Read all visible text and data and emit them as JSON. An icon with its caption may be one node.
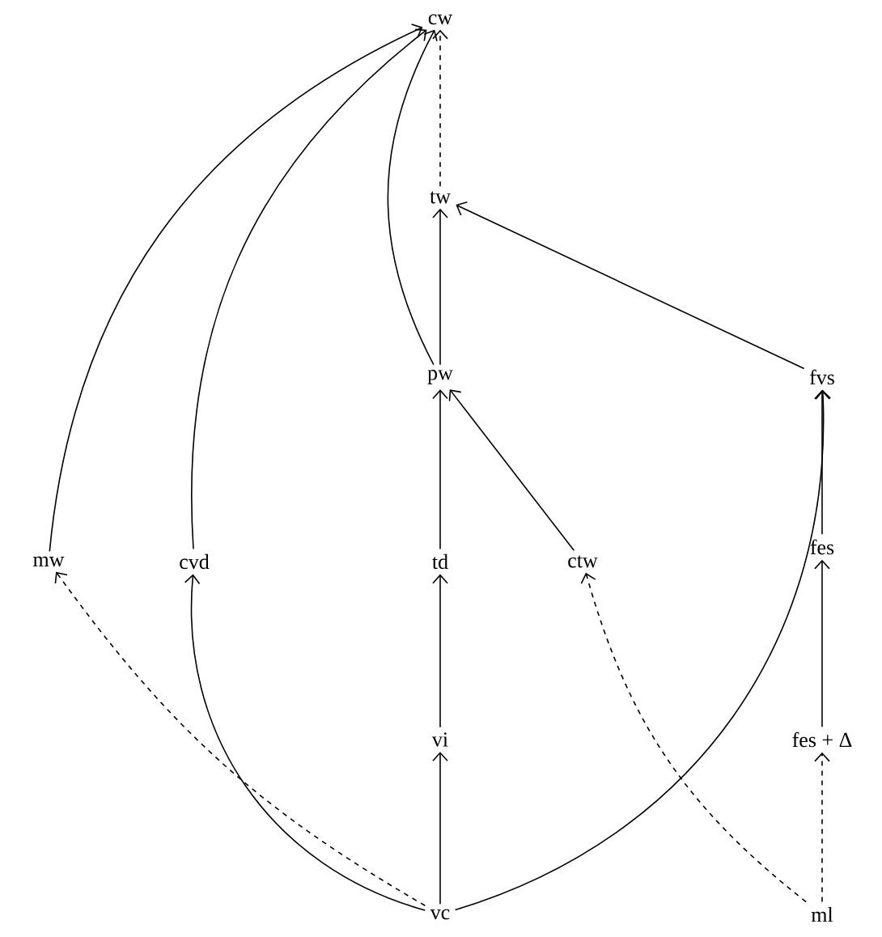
{
  "diagram": {
    "nodes": [
      {
        "text": [
          "cw"
        ]
      },
      {
        "text": [
          "tw"
        ]
      },
      {
        "text": [
          "pw"
        ]
      },
      {
        "text": [
          "fvs"
        ]
      },
      {
        "text": [
          "mw"
        ]
      },
      {
        "text": [
          "cvd"
        ]
      },
      {
        "text": [
          "td"
        ]
      },
      {
        "text": [
          "ctw"
        ]
      },
      {
        "text": [
          "fes"
        ]
      },
      {
        "text": [
          "vi"
        ]
      },
      {
        "text": [
          "fes + Δ"
        ]
      },
      {
        "text": [
          "vc"
        ]
      },
      {
        "text": [
          "ml"
        ]
      }
    ],
    "edges": [
      {
        "from": 1,
        "to": 0,
        "arrow": "to",
        "style": "dashed"
      },
      {
        "from": 2,
        "to": 1,
        "arrow": "to"
      },
      {
        "from": 2,
        "to": 0,
        "arrow": "to"
      },
      {
        "from": 4,
        "to": 0,
        "arrow": "to"
      },
      {
        "from": 5,
        "to": 0,
        "arrow": "to"
      },
      {
        "from": 3,
        "to": 1,
        "arrow": "to"
      },
      {
        "from": 6,
        "to": 2,
        "arrow": "to"
      },
      {
        "from": 7,
        "to": 2,
        "arrow": "to"
      },
      {
        "from": 9,
        "to": 6,
        "arrow": "to"
      },
      {
        "from": 11,
        "to": 9,
        "arrow": "to"
      },
      {
        "from": 11,
        "to": 5,
        "arrow": "to"
      },
      {
        "from": 11,
        "to": 4,
        "arrow": "to",
        "style": "dashed"
      },
      {
        "from": 11,
        "to": 3,
        "arrow": "to"
      },
      {
        "from": 8,
        "to": 3,
        "arrow": "to"
      },
      {
        "from": 10,
        "to": 8,
        "arrow": "to"
      },
      {
        "from": 12,
        "to": 10,
        "arrow": "to",
        "style": "dashed"
      },
      {
        "from": 12,
        "to": 7,
        "arrow": "to",
        "style": "dashed"
      }
    ]
  }
}
